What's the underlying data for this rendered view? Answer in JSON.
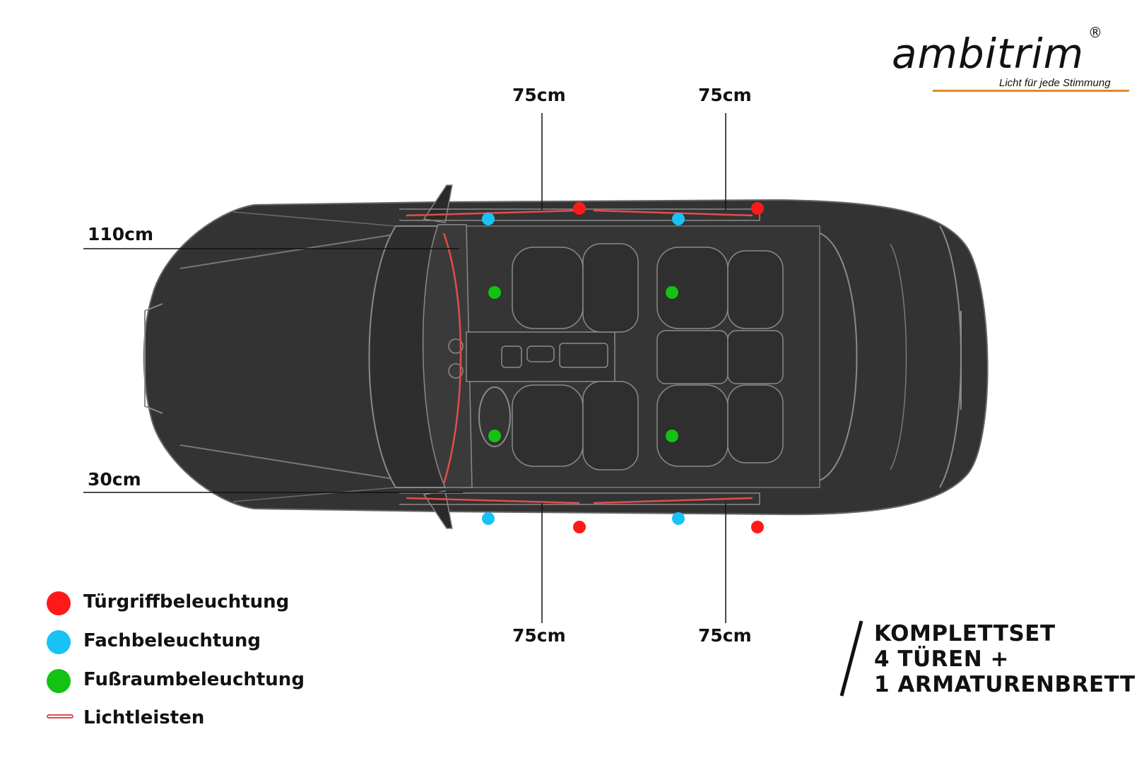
{
  "logo": {
    "wordmark": "ambitrim",
    "registered": "®",
    "tagline": "Licht für jede Stimmung",
    "accent_color": "#e08a25"
  },
  "dimensions": {
    "top_front": "75cm",
    "top_rear": "75cm",
    "bottom_front": "75cm",
    "bottom_rear": "75cm",
    "dash_left": "110cm",
    "dash_lower": "30cm"
  },
  "legend": [
    {
      "label": "Türgriffbeleuchtung",
      "color": "#ff1a1a",
      "shape": "dot"
    },
    {
      "label": "Fachbeleuchtung",
      "color": "#19c2f5",
      "shape": "dot"
    },
    {
      "label": "Fußraumbeleuchtung",
      "color": "#13c213",
      "shape": "dot"
    },
    {
      "label": "Lichtleisten",
      "color": "#e34c4c",
      "shape": "strip"
    }
  ],
  "set_info": {
    "line1": "KOMPLETTSET",
    "line2": "4 TÜREN +",
    "line3": "1 ARMATURENBRETT"
  },
  "colors": {
    "car_body": "#333333",
    "car_outline": "#8a8a8a",
    "light_strip": "#e34c4c"
  }
}
